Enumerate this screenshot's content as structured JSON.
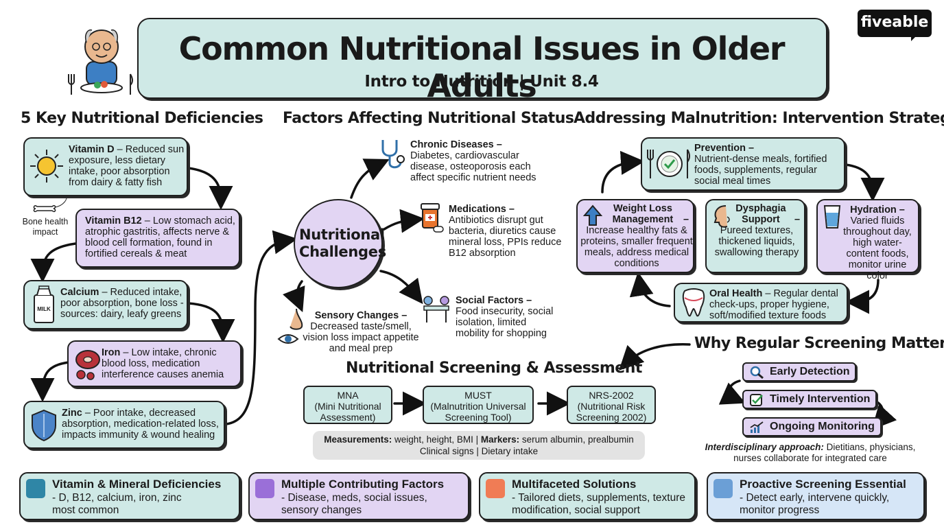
{
  "header": {
    "title": "Common Nutritional Issues in Older Adults",
    "subtitle": "Intro to Nutrition | Unit 8.4",
    "brand": "fiveable"
  },
  "deficiencies": {
    "title": "5 Key Nutritional Deficiencies",
    "vitd": {
      "name": "Vitamin D",
      "desc": " – Reduced sun exposure, less dietary intake, poor absorption from dairy & fatty fish"
    },
    "bone_note": "Bone health impact",
    "b12": {
      "name": "Vitamin B12",
      "desc": " – Low stomach acid, atrophic gastritis, affects nerve & blood cell formation, found in fortified cereals & meat"
    },
    "calcium": {
      "name": "Calcium",
      "desc": " – Reduced intake, poor absorption, bone loss - sources: dairy, leafy greens"
    },
    "milk_label": "MILK",
    "iron": {
      "name": "Iron",
      "desc": " – Low intake, chronic blood loss, medication interference causes anemia"
    },
    "zinc": {
      "name": "Zinc",
      "desc": " – Poor intake, decreased absorption, medication-related loss, impacts immunity & wound healing"
    }
  },
  "factors": {
    "title": "Factors Affecting Nutritional Status",
    "center_label": "Nutritional Challenges",
    "chronic": {
      "name": "Chronic Diseases",
      "dash": " –",
      "desc": "Diabetes, cardiovascular disease, osteoporosis each affect specific nutrient needs"
    },
    "meds": {
      "name": "Medications",
      "dash": " –",
      "desc": "Antibiotics disrupt gut bacteria, diuretics cause mineral loss, PPIs reduce B12 absorption"
    },
    "social": {
      "name": "Social Factors",
      "dash": " –",
      "desc": "Food insecurity, social isolation, limited mobility for shopping"
    },
    "sensory": {
      "name": "Sensory Changes",
      "dash": " –",
      "desc": "Decreased taste/smell, vision loss impact appetite and meal prep"
    }
  },
  "screening": {
    "title": "Nutritional Screening & Assessment",
    "tools": [
      {
        "abbr": "MNA",
        "full": "(Mini Nutritional Assessment)"
      },
      {
        "abbr": "MUST",
        "full": "(Malnutrition Universal Screening Tool)"
      },
      {
        "abbr": "NRS-2002",
        "full": "(Nutritional Risk Screening 2002)"
      }
    ],
    "meas_label": "Measurements:",
    "meas_text": " weight, height, BMI | ",
    "markers_label": "Markers:",
    "markers_text": " serum albumin, prealbumin",
    "line2": "Clinical signs | Dietary intake"
  },
  "interventions": {
    "title": "Addressing Malnutrition: Intervention Strategies",
    "prevention": {
      "name": "Prevention",
      "dash": " –",
      "desc": "Nutrient-dense meals, fortified foods, supplements, regular social meal times"
    },
    "weight": {
      "name": "Weight Loss Management",
      "dash": " –",
      "desc": "Increase healthy fats & proteins, smaller frequent meals, address medical conditions"
    },
    "dysphagia": {
      "name": "Dysphagia Support",
      "dash": " –",
      "desc": "Pureed textures, thickened liquids, swallowing therapy"
    },
    "hydration": {
      "name": "Hydration",
      "dash": " –",
      "desc": "Varied fluids throughout day, high water-content foods, monitor urine color"
    },
    "oral": {
      "name": "Oral Health",
      "desc": " – Regular dental check-ups, proper hygiene, soft/modified texture foods"
    }
  },
  "why": {
    "title": "Why Regular Screening Matters",
    "items": [
      "Early Detection",
      "Timely Intervention",
      "Ongoing Monitoring"
    ],
    "approach_label": "Interdisciplinary approach:",
    "approach_text": " Dietitians, physicians, nurses collaborate for integrated care"
  },
  "summary": [
    {
      "title": "Vitamin & Mineral Deficiencies",
      "desc": "- D, B12, calcium, iron, zinc most common",
      "color": "#2f86a6"
    },
    {
      "title": "Multiple Contributing Factors",
      "desc": "- Disease, meds, social issues, sensory changes",
      "color": "#9a6fd8"
    },
    {
      "title": "Multifaceted Solutions",
      "desc": "- Tailored diets, supplements, texture modification, social support",
      "color": "#f07c55"
    },
    {
      "title": "Proactive Screening Essential",
      "desc": "- Detect early, intervene quickly, monitor progress",
      "color": "#6b9fd6"
    }
  ],
  "colors": {
    "teal": "#cfe9e6",
    "lavender": "#e2d5f3",
    "header_bg": "#cfe9e6"
  }
}
